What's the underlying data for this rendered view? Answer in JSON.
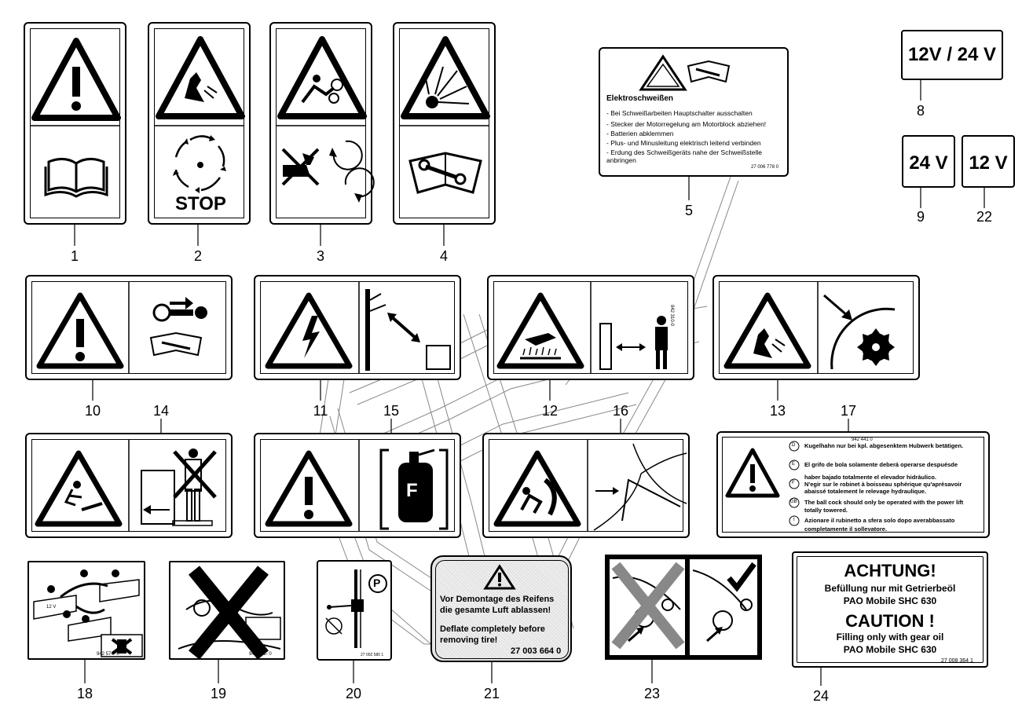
{
  "labels": {
    "l1": "1",
    "l2": "2",
    "l3": "3",
    "l4": "4",
    "l5": "5",
    "l8": "8",
    "l9": "9",
    "l22": "22",
    "l10": "10",
    "l11": "11",
    "l12": "12",
    "l13": "13",
    "l14": "14",
    "l15": "15",
    "l16": "16",
    "l17": "17",
    "l18": "18",
    "l19": "19",
    "l20": "20",
    "l21": "21",
    "l23": "23",
    "l24": "24"
  },
  "stop_text": "STOP",
  "volt": {
    "v1224": "12V / 24 V",
    "v24": "24 V",
    "v12": "12 V"
  },
  "sticker5": {
    "title": "Elektroschweißen",
    "lines": [
      "- Bei Schweißarbeiten Hauptschalter ausschalten",
      "- Stecker der Motorregelung am Motorblock abziehen!",
      "- Batterien abklemmen",
      "- Plus- und Minusleitung elektrisch leitend verbinden",
      "- Erdung des Schweißgeräts nahe der Schweißstelle",
      "  anbringen"
    ],
    "code": "27 006 778 0"
  },
  "sticker12_code": "942 310-0",
  "sticker15_letter": "F",
  "sticker17": {
    "code": "942 441 0",
    "D": "Kugelhahn nur bei kpl. abgesenktem Hubwerk betätigen.",
    "E1": "El grifo de bola solamente deberá operarse despuésde",
    "E2": "haber bajado totalmente el elevador hidráulico.",
    "F1": "N'egir sur le robinet à boisseau sphérique qu'aprèsavoir",
    "F2": "abaissé totalement le relevage hydraulique.",
    "GB1": "The ball cock should only be operated with the power lift",
    "GB2": "totally towered.",
    "I1": "Azionare il rubinetto a sfera solo dopo averabbassato",
    "I2": "completamente il sollevatore.",
    "cD": "D",
    "cE": "E",
    "cF": "F",
    "cGB": "GB",
    "cI": "I"
  },
  "sticker18_code": "942 574- 0",
  "sticker19_code": "942 573- 0",
  "sticker20_code": "27 002 580 1",
  "sticker20_p": "P",
  "sticker21": {
    "line1": "Vor Demontage des Reifens",
    "line2": "die gesamte Luft ablassen!",
    "line3": "Deflate completely before",
    "line4": "removing tire!",
    "code": "27 003 664 0"
  },
  "sticker24": {
    "h1": "ACHTUNG!",
    "l1": "Befüllung nur mit Getrierbeöl",
    "l2": "PAO Mobile SHC 630",
    "h2": "CAUTION !",
    "l3": "Filling only with gear oil",
    "l4": "PAO Mobile SHC 630",
    "code": "27 008 364 1"
  },
  "battery_v": "12 V"
}
